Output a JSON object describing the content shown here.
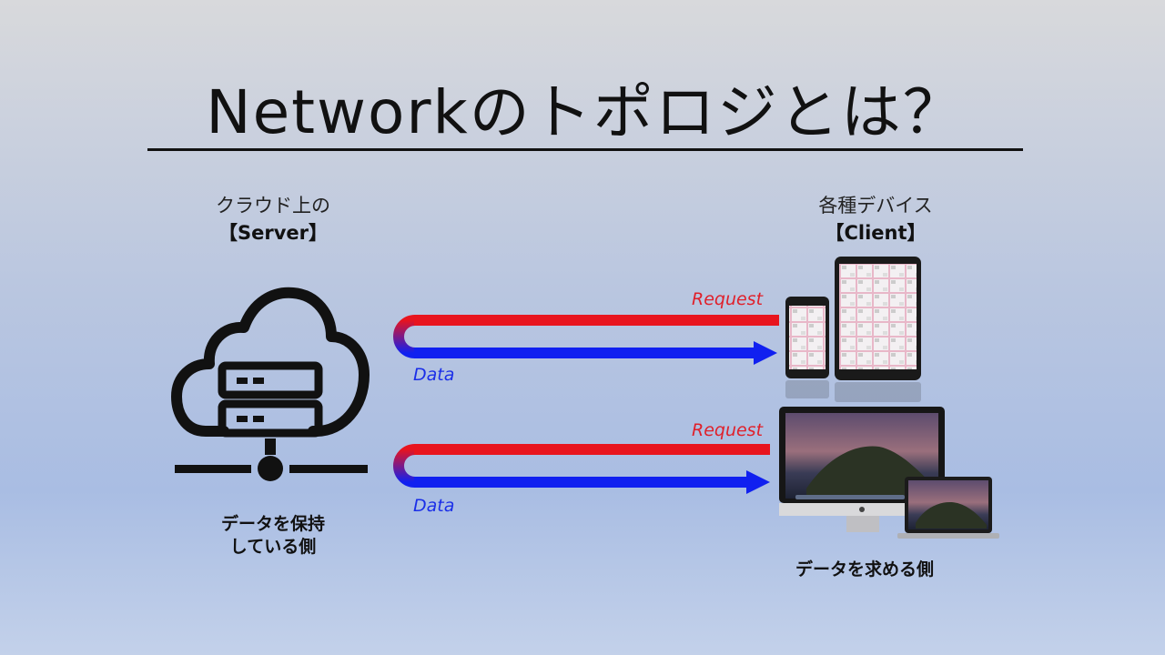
{
  "title": "Networkのトポロジとは？",
  "server": {
    "sub_label": "クラウド上の",
    "role_label": "【Server】",
    "caption_line1": "データを保持",
    "caption_line2": "している側"
  },
  "client": {
    "sub_label": "各種デバイス",
    "role_label": "【Client】",
    "caption": "データを求める側"
  },
  "flows": [
    {
      "request_label": "Request",
      "data_label": "Data"
    },
    {
      "request_label": "Request",
      "data_label": "Data"
    }
  ],
  "colors": {
    "request": "#e0202a",
    "data": "#1a2ee8"
  }
}
